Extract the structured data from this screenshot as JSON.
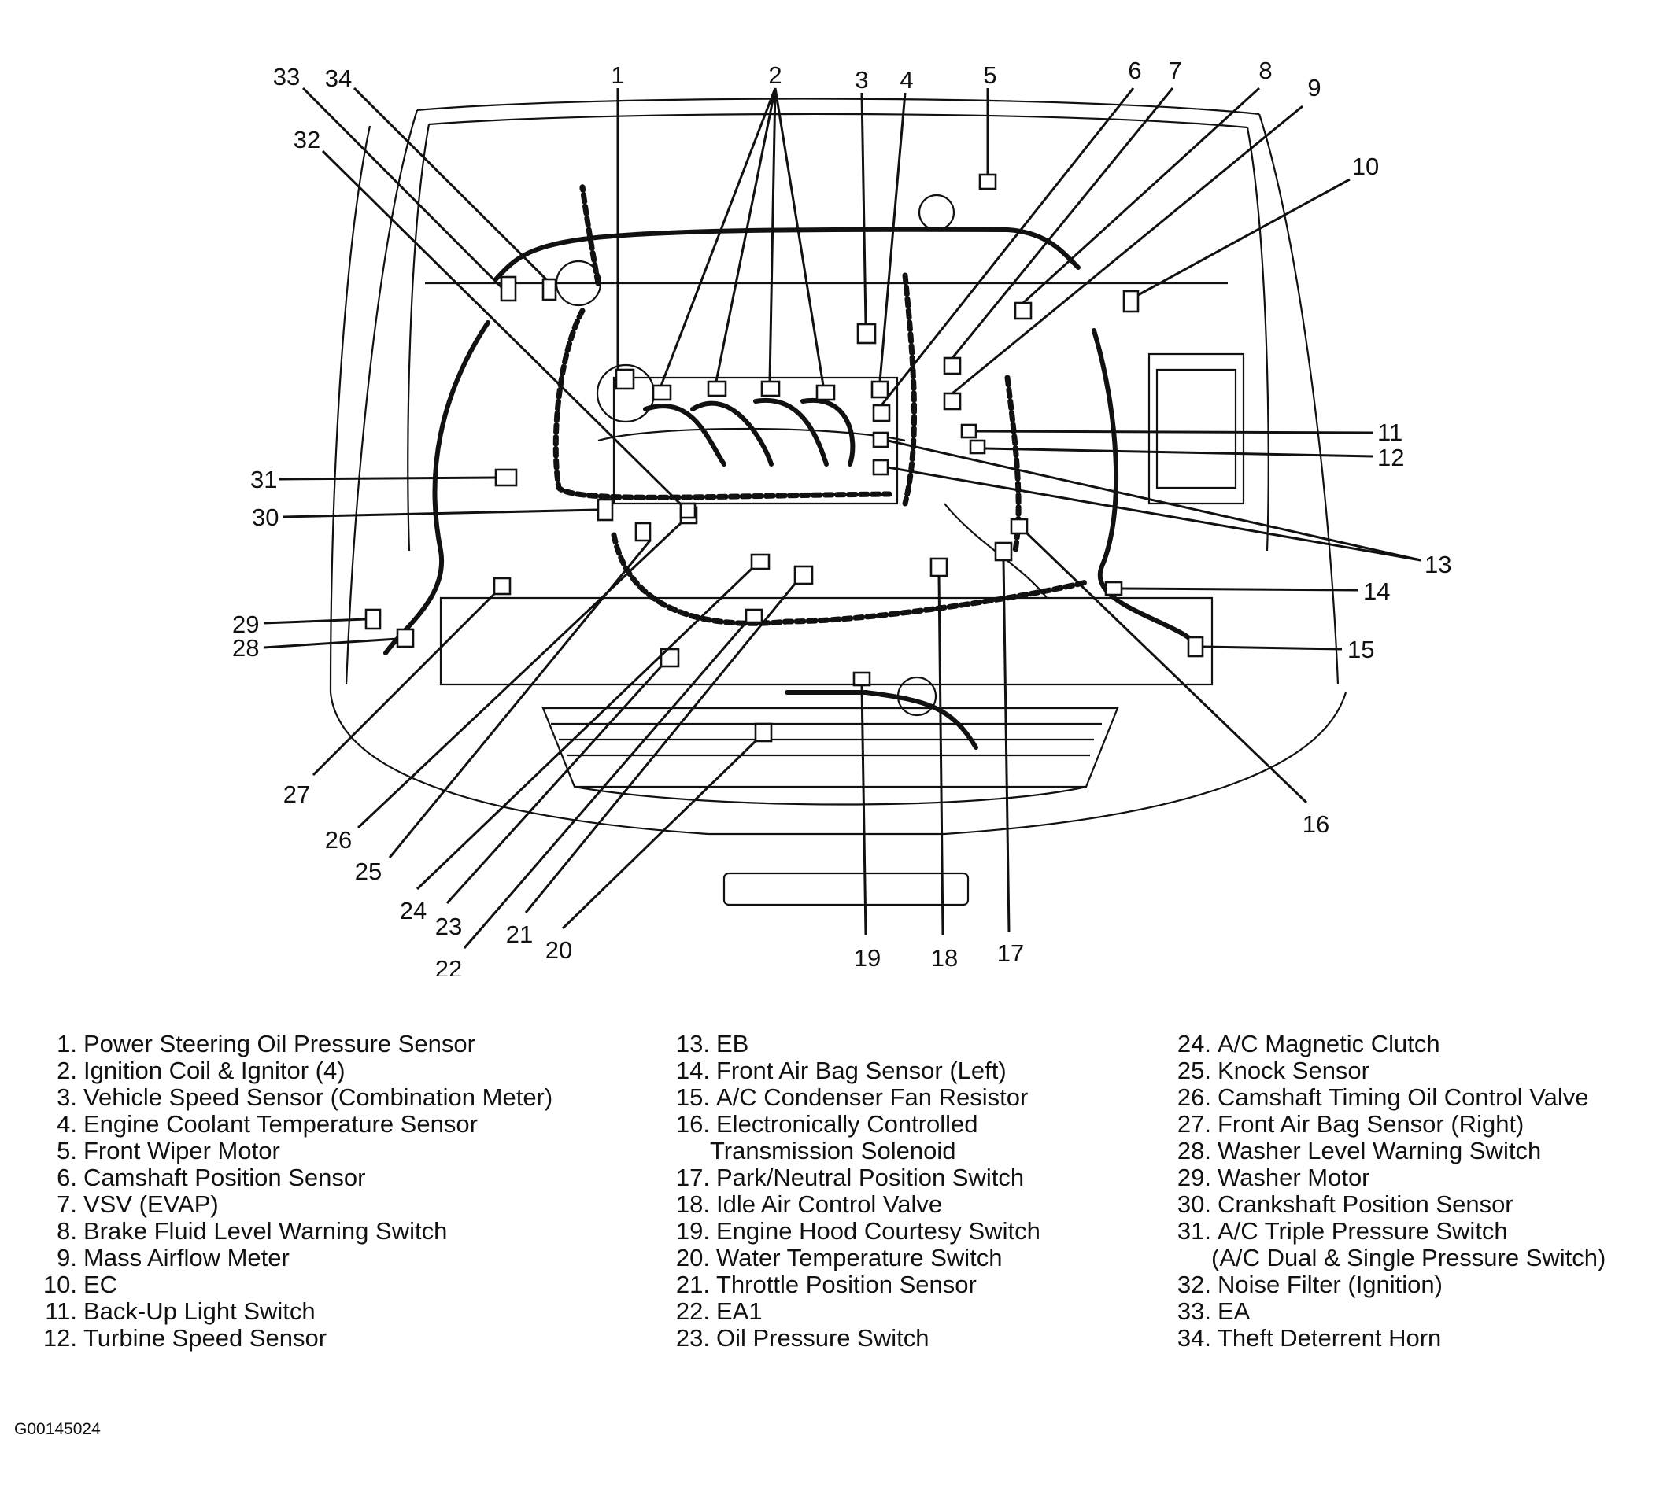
{
  "callouts": [
    "1",
    "2",
    "3",
    "4",
    "5",
    "6",
    "7",
    "8",
    "9",
    "10",
    "11",
    "12",
    "13",
    "14",
    "15",
    "16",
    "17",
    "18",
    "19",
    "20",
    "21",
    "22",
    "23",
    "24",
    "25",
    "26",
    "27",
    "28",
    "29",
    "30",
    "31",
    "32",
    "33",
    "34"
  ],
  "legend": [
    {
      "num": "1.",
      "text": "Power Steering Oil Pressure Sensor"
    },
    {
      "num": "2.",
      "text": "Ignition Coil & Ignitor (4)"
    },
    {
      "num": "3.",
      "text": "Vehicle Speed Sensor (Combination Meter)"
    },
    {
      "num": "4.",
      "text": "Engine Coolant Temperature Sensor"
    },
    {
      "num": "5.",
      "text": "Front Wiper Motor"
    },
    {
      "num": "6.",
      "text": "Camshaft Position Sensor"
    },
    {
      "num": "7.",
      "text": "VSV (EVAP)"
    },
    {
      "num": "8.",
      "text": "Brake Fluid Level Warning Switch"
    },
    {
      "num": "9.",
      "text": "Mass Airflow Meter"
    },
    {
      "num": "10.",
      "text": "EC"
    },
    {
      "num": "11.",
      "text": "Back-Up Light Switch"
    },
    {
      "num": "12.",
      "text": "Turbine Speed Sensor"
    },
    {
      "num": "13.",
      "text": "EB"
    },
    {
      "num": "14.",
      "text": "Front Air Bag Sensor (Left)"
    },
    {
      "num": "15.",
      "text": "A/C Condenser Fan Resistor"
    },
    {
      "num": "16.",
      "text": "Electronically Controlled",
      "cont": "Transmission Solenoid"
    },
    {
      "num": "17.",
      "text": "Park/Neutral Position Switch"
    },
    {
      "num": "18.",
      "text": "Idle Air Control Valve"
    },
    {
      "num": "19.",
      "text": "Engine Hood Courtesy Switch"
    },
    {
      "num": "20.",
      "text": "Water Temperature Switch"
    },
    {
      "num": "21.",
      "text": "Throttle Position Sensor"
    },
    {
      "num": "22.",
      "text": "EA1"
    },
    {
      "num": "23.",
      "text": "Oil Pressure Switch"
    },
    {
      "num": "24.",
      "text": "A/C Magnetic Clutch"
    },
    {
      "num": "25.",
      "text": "Knock Sensor"
    },
    {
      "num": "26.",
      "text": "Camshaft Timing Oil Control Valve"
    },
    {
      "num": "27.",
      "text": "Front Air Bag Sensor (Right)"
    },
    {
      "num": "28.",
      "text": "Washer Level Warning Switch"
    },
    {
      "num": "29.",
      "text": "Washer Motor"
    },
    {
      "num": "30.",
      "text": "Crankshaft Position Sensor"
    },
    {
      "num": "31.",
      "text": "A/C Triple Pressure Switch",
      "cont": "(A/C Dual & Single Pressure Switch)"
    },
    {
      "num": "32.",
      "text": "Noise Filter (Ignition)"
    },
    {
      "num": "33.",
      "text": "EA"
    },
    {
      "num": "34.",
      "text": "Theft Deterrent Horn"
    }
  ],
  "figure_id": "G00145024"
}
